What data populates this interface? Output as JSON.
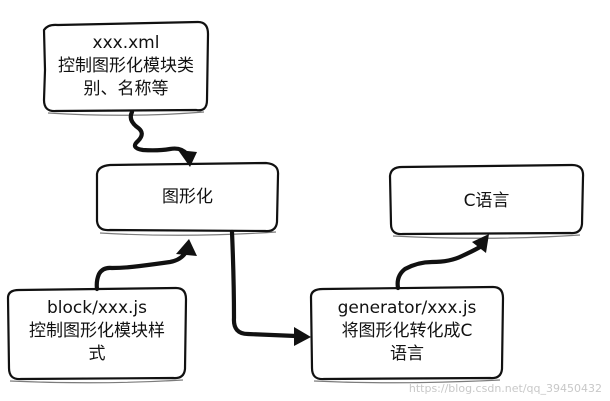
{
  "diagram": {
    "nodes": [
      {
        "id": "xml",
        "lines": [
          "xxx.xml",
          "控制图形化模块类",
          "别、名称等"
        ]
      },
      {
        "id": "graphic",
        "lines": [
          "图形化"
        ]
      },
      {
        "id": "block",
        "lines": [
          "block/xxx.js",
          "控制图形化模块样",
          "式"
        ]
      },
      {
        "id": "generator",
        "lines": [
          "generator/xxx.js",
          "将图形化转化成C",
          "语言"
        ]
      },
      {
        "id": "c",
        "lines": [
          "C语言"
        ]
      }
    ],
    "edges": [
      {
        "from": "xml",
        "to": "graphic"
      },
      {
        "from": "block",
        "to": "graphic"
      },
      {
        "from": "graphic",
        "to": "generator"
      },
      {
        "from": "generator",
        "to": "c"
      }
    ]
  },
  "watermark": "https://blog.csdn.net/qq_39450432"
}
